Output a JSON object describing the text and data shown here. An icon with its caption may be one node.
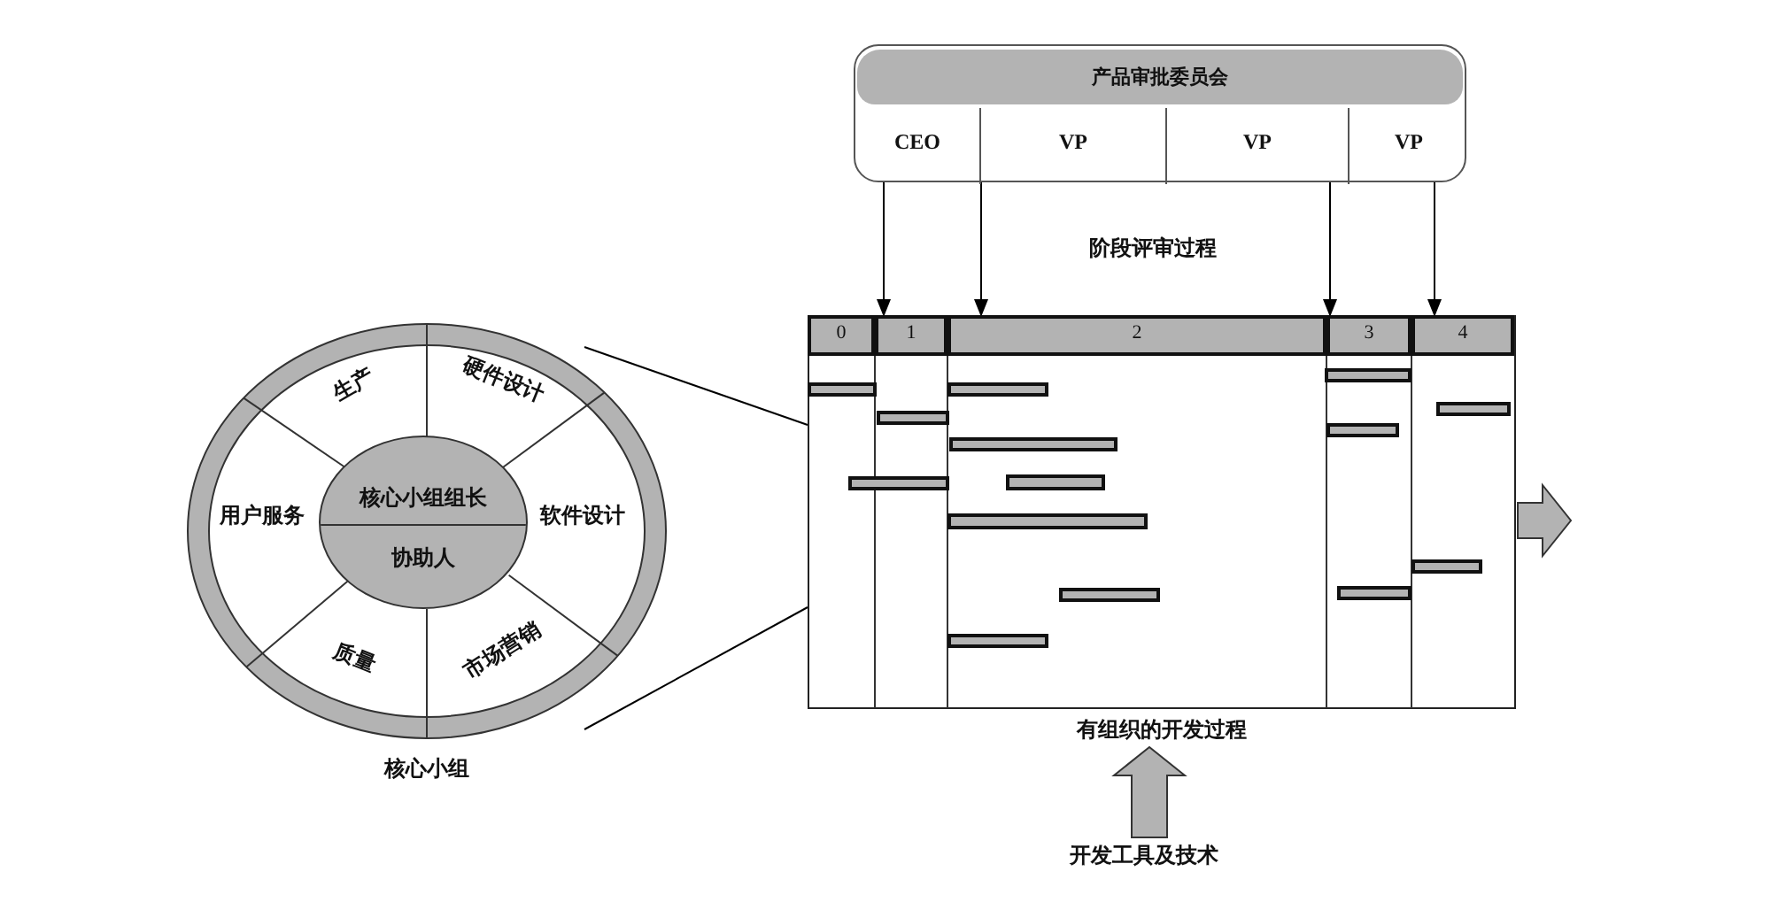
{
  "diagram": {
    "nodes": [
      {
        "text": [],
        "shape": "circle",
        "beside": [
          "核心小组"
        ]
      },
      {
        "text": [
          "生产"
        ],
        "in": 0
      },
      {
        "text": [
          "硬件设计"
        ],
        "in": 0
      },
      {
        "text": [
          "软件设计"
        ],
        "in": 0
      },
      {
        "text": [
          "市场营销"
        ],
        "in": 0
      },
      {
        "text": [
          "质量"
        ],
        "in": 0
      },
      {
        "text": [
          "用户服务"
        ],
        "in": 0
      },
      {
        "text": [
          "核心小组组长",
          "协助人"
        ],
        "in": 0
      },
      {
        "text": [
          "产品审批委员会"
        ]
      },
      {
        "text": [
          "CEO"
        ],
        "in": 8
      },
      {
        "text": [
          "VP"
        ],
        "in": 8
      },
      {
        "text": [
          "VP"
        ],
        "in": 8
      },
      {
        "text": [
          "VP"
        ],
        "in": 8
      },
      {
        "text": [],
        "shape": "box",
        "beside": [
          "有组织的开发过程"
        ]
      },
      {
        "text": [
          "0"
        ],
        "in": 13
      },
      {
        "text": [
          "1"
        ],
        "in": 13
      },
      {
        "text": [
          "2"
        ],
        "in": 13
      },
      {
        "text": [
          "3"
        ],
        "in": 13
      },
      {
        "text": [
          "4"
        ],
        "in": 13
      },
      {
        "text": [],
        "shape": "bar",
        "in": 13
      },
      {
        "text": [],
        "shape": "bar",
        "in": 13
      },
      {
        "text": [],
        "shape": "bar",
        "in": 13
      },
      {
        "text": [],
        "shape": "bar",
        "in": 13
      },
      {
        "text": [],
        "shape": "bar",
        "in": 13
      },
      {
        "text": [],
        "shape": "bar",
        "in": 13
      },
      {
        "text": [],
        "shape": "bar",
        "in": 13
      },
      {
        "text": [],
        "shape": "bar",
        "in": 13
      },
      {
        "text": [],
        "shape": "bar",
        "in": 13
      },
      {
        "text": [],
        "shape": "bar",
        "in": 13
      },
      {
        "text": [],
        "shape": "bar",
        "in": 13
      },
      {
        "text": [],
        "shape": "bar",
        "in": 13
      },
      {
        "text": [],
        "shape": "bar",
        "in": 13
      },
      {
        "text": [],
        "shape": "bar",
        "in": 13
      },
      {
        "text": [
          "开发工具及技术"
        ]
      }
    ],
    "edges": [
      {
        "from": 9,
        "to": 15,
        "arrow": "to"
      },
      {
        "from": 10,
        "to": 16,
        "arrow": "to"
      },
      {
        "from": 11,
        "to": 17,
        "arrow": "to"
      },
      {
        "from": 12,
        "to": 18,
        "arrow": "to"
      },
      {
        "from": 0,
        "to": 13,
        "arrow": "none"
      },
      {
        "from": 0,
        "to": 13,
        "arrow": "none"
      },
      {
        "from": 33,
        "to": 13,
        "arrow": "to",
        "style": "thick",
        "color": "#b3b3b3"
      },
      {
        "from": 13,
        "to": null,
        "arrow": "to",
        "style": "thick",
        "color": "#b3b3b3"
      }
    ],
    "labels": [
      "阶段评审过程"
    ]
  }
}
